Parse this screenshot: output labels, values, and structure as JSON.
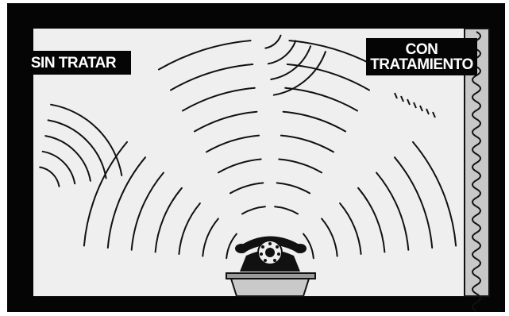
{
  "labels": {
    "untreated": "SIN TRATAR",
    "treated_line1": "CON",
    "treated_line2": "TRATAMIENTO"
  },
  "colors": {
    "frame": "#050505",
    "room_background": "#efefef",
    "wave_stroke": "#111111",
    "panel_fill": "#c8c8c8"
  },
  "icons": [
    "telephone-icon",
    "table-icon",
    "acoustic-panel-icon",
    "sound-wave-icon"
  ]
}
